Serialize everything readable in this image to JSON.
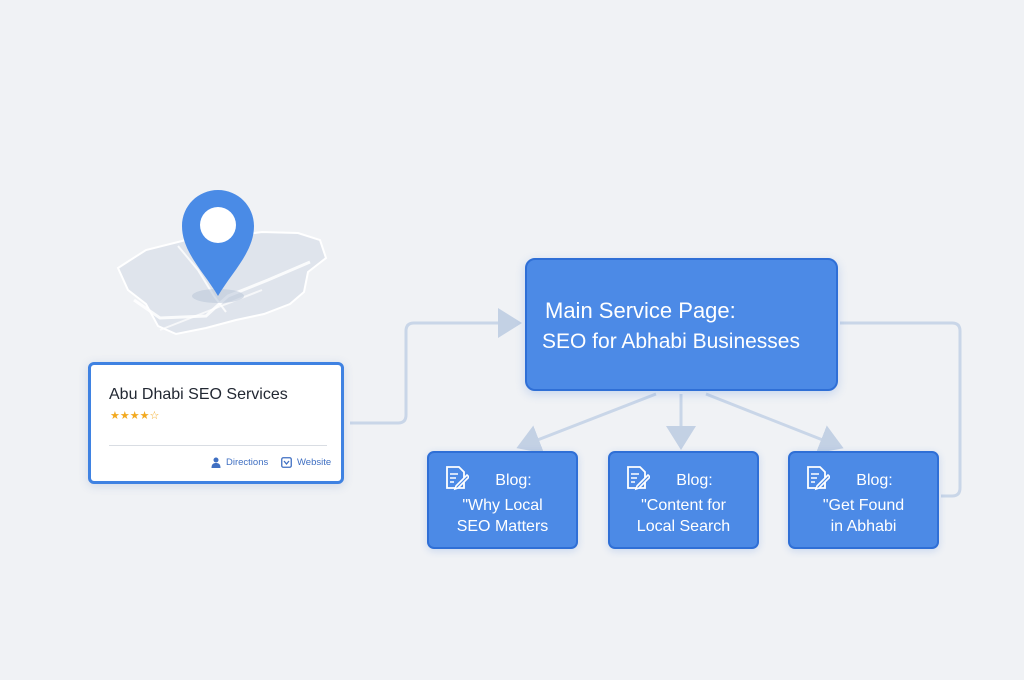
{
  "listing": {
    "name": "Abu Dhabi SEO Services",
    "rating": 4.5,
    "rating_stars": "★★★★☆",
    "directions_label": "Directions",
    "website_label": "Website"
  },
  "main_page": {
    "line1": "Main Service Page:",
    "line2": "SEO for Abhabi Businesses"
  },
  "blogs": [
    {
      "label": "Blog:",
      "line1": "\"Why Local",
      "line2": "SEO Matters"
    },
    {
      "label": "Blog:",
      "line1": "\"Content for",
      "line2": "Local Search"
    },
    {
      "label": "Blog:",
      "line1": "\"Get Found",
      "line2": "in Abhabi"
    }
  ],
  "colors": {
    "background": "#f0f2f5",
    "primary": "#4c8ae6",
    "primary_border": "#2f6fd6",
    "connector": "#c9d6e8",
    "star": "#f2a91f",
    "pin": "#4a8be6"
  },
  "icons": [
    "map-pin-icon",
    "person-icon",
    "website-icon",
    "document-edit-icon"
  ]
}
